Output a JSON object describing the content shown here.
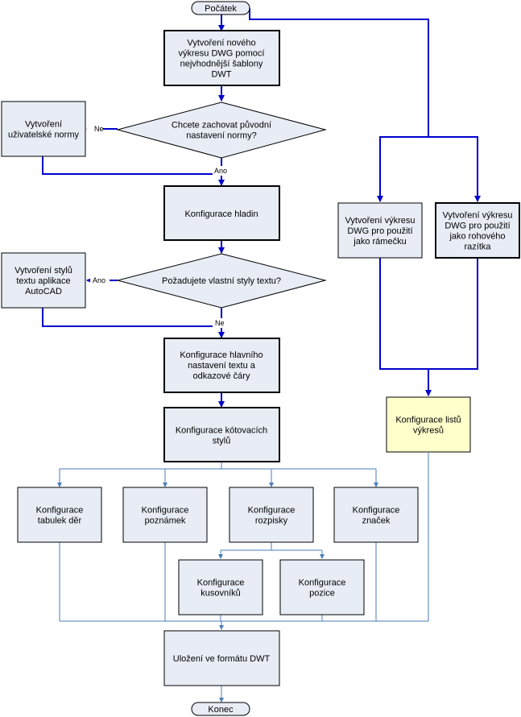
{
  "nodes": {
    "start": "Počátek",
    "create_drawing": [
      "Vytvoření nového",
      "výkresu DWG pomocí",
      "nejvhodnější šablony",
      "DWT"
    ],
    "q_keep_settings": [
      "Chcete zachovat původní",
      "nastavení normy?"
    ],
    "create_user_norm": [
      "Vytvoření",
      "uživatelské normy"
    ],
    "config_layers": [
      "Konfigurace hladin"
    ],
    "q_text_styles": [
      "Požadujete vlastní styly textu?"
    ],
    "create_text_styles": [
      "Vytvoření stylů",
      "textu aplikace",
      "AutoCAD"
    ],
    "config_main_text": [
      "Konfigurace hlavního",
      "nastavení textu a",
      "odkazové čáry"
    ],
    "config_dim_styles": [
      "Konfigurace kótovacích",
      "stylů"
    ],
    "config_hole_tables": [
      "Konfigurace",
      "tabulek děr"
    ],
    "config_notes": [
      "Konfigurace",
      "poznámek"
    ],
    "config_bom": [
      "Konfigurace",
      "rozpisky"
    ],
    "config_symbols": [
      "Konfigurace",
      "značek"
    ],
    "config_parts_lists": [
      "Konfigurace",
      "kusovníků"
    ],
    "config_balloons": [
      "Konfigurace",
      "pozice"
    ],
    "save_dwt": [
      "Uložení ve formátu DWT"
    ],
    "end": "Konec",
    "frame_drawing": [
      "Vytvoření výkresu",
      "DWG pro použití",
      "jako rámečku"
    ],
    "title_block_drawing": [
      "Vytvoření výkresu",
      "DWG pro použití",
      "jako rohového",
      "razítka"
    ],
    "config_sheets": [
      "Konfigurace listů",
      "výkresů"
    ]
  },
  "labels": {
    "no_1": "Ne",
    "yes_1": "Ano",
    "yes_2": "Ano",
    "no_2": "Ne"
  }
}
